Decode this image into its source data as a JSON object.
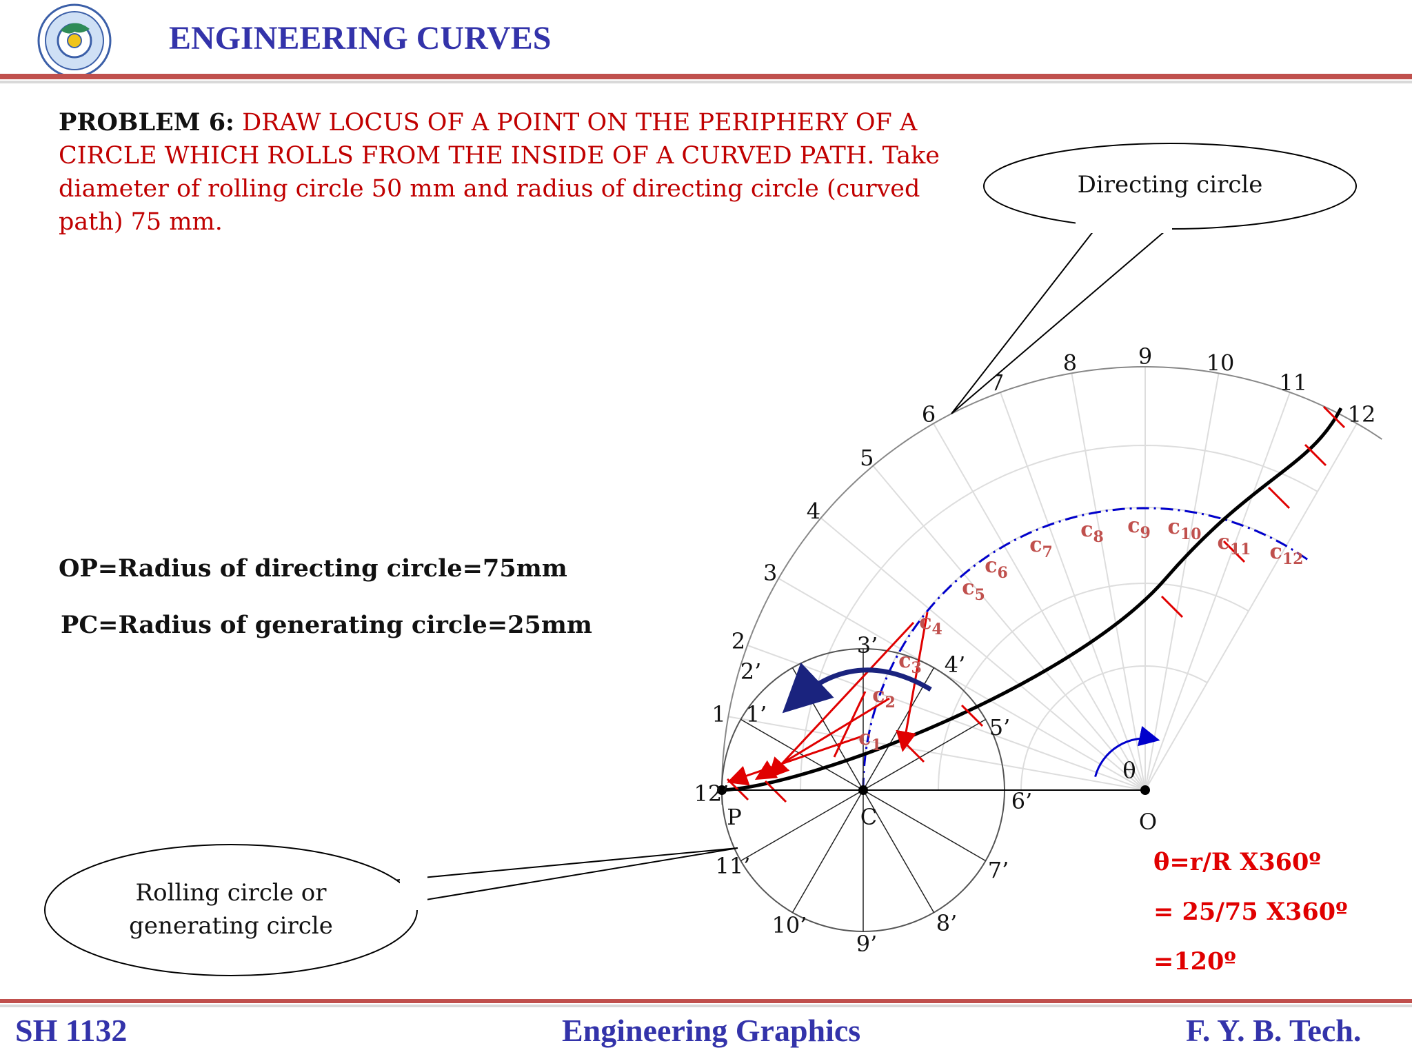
{
  "header": {
    "title": "ENGINEERING CURVES"
  },
  "problem": {
    "label": "PROBLEM  6:",
    "text": "DRAW LOCUS OF A POINT ON THE PERIPHERY OF A CIRCLE WHICH ROLLS FROM THE INSIDE OF A CURVED PATH. Take diameter of rolling circle 50 mm and radius of directing circle (curved path) 75 mm."
  },
  "notes": {
    "op": "OP=Radius of directing circle=75mm",
    "pc": "PC=Radius of generating circle=25mm"
  },
  "formula": {
    "line1": "θ=r/R X360º",
    "line2": "= 25/75 X360º",
    "line3": "=120º"
  },
  "callouts": {
    "directing": "Directing circle",
    "rolling_line1": "Rolling circle or",
    "rolling_line2": "generating circle"
  },
  "diagram": {
    "arc_labels": [
      "1",
      "2",
      "3",
      "4",
      "5",
      "6",
      "7",
      "8",
      "9",
      "10",
      "11",
      "12"
    ],
    "circle_labels": [
      "1’",
      "2’",
      "3’",
      "4’",
      "5’",
      "6’",
      "7’",
      "8’",
      "9’",
      "10’",
      "11’",
      "12’"
    ],
    "center_labels": [
      "c",
      "c",
      "c",
      "c",
      "c",
      "c",
      "c",
      "c",
      "c",
      "c",
      "c",
      "c"
    ],
    "center_subscripts": [
      "1",
      "2",
      "3",
      "4",
      "5",
      "6",
      "7",
      "8",
      "9",
      "10",
      "11",
      "12"
    ],
    "point_P": "P",
    "point_C": "C",
    "point_O": "O",
    "theta": "θ",
    "colors": {
      "locus": "#000000",
      "construction": "#e00000",
      "center_path": "#0000cc",
      "arrow": "#1a237e",
      "grid": "#dddddd"
    }
  },
  "footer": {
    "left": "SH 1132",
    "center": "Engineering Graphics",
    "right": "F. Y.  B. Tech."
  }
}
